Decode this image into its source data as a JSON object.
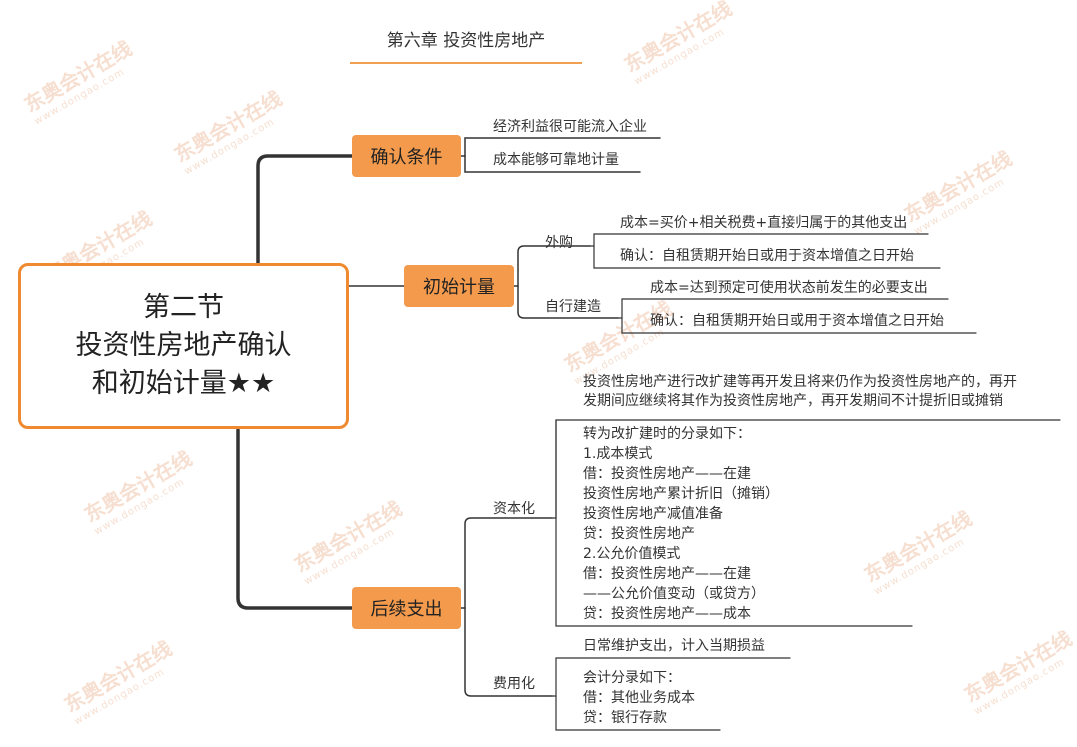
{
  "header": {
    "title": "第六章  投资性房地产"
  },
  "watermark": {
    "text": "东奥会计在线",
    "url": "www.dongao.com"
  },
  "root": {
    "line1": "第二节",
    "line2": "投资性房地产确认",
    "line3": "和初始计量★★"
  },
  "branches": {
    "confirm": {
      "label": "确认条件",
      "items": [
        "经济利益很可能流入企业",
        "成本能够可靠地计量"
      ]
    },
    "initial": {
      "label": "初始计量",
      "purchase": {
        "label": "外购",
        "items": [
          "成本=买价+相关税费+直接归属于的其他支出",
          "确认：自租赁期开始日或用于资本增值之日开始"
        ]
      },
      "selfbuild": {
        "label": "自行建造",
        "items": [
          "成本=达到预定可使用状态前发生的必要支出",
          "确认：自租赁期开始日或用于资本增值之日开始"
        ]
      }
    },
    "subsequent": {
      "label": "后续支出",
      "capital": {
        "label": "资本化",
        "note_line1": "投资性房地产进行改扩建等再开发且将来仍作为投资性房地产的，再开",
        "note_line2": "发期间应继续将其作为投资性房地产，再开发期间不计提折旧或摊销",
        "entries": [
          "转为改扩建时的分录如下：",
          "1.成本模式",
          "借：投资性房地产——在建",
          "       投资性房地产累计折旧（摊销）",
          "       投资性房地产减值准备",
          "   贷：投资性房地产",
          "2.公允价值模式",
          "借：投资性房地产——在建",
          "                         ——公允价值变动（或贷方）",
          "   贷：投资性房地产——成本"
        ]
      },
      "expense": {
        "label": "费用化",
        "note": "日常维护支出，计入当期损益",
        "entries": [
          "会计分录如下：",
          "借：其他业务成本",
          "   贷：银行存款"
        ]
      }
    }
  },
  "colors": {
    "accent": "#f39a4c",
    "border": "#f08a30",
    "line": "#333333"
  }
}
